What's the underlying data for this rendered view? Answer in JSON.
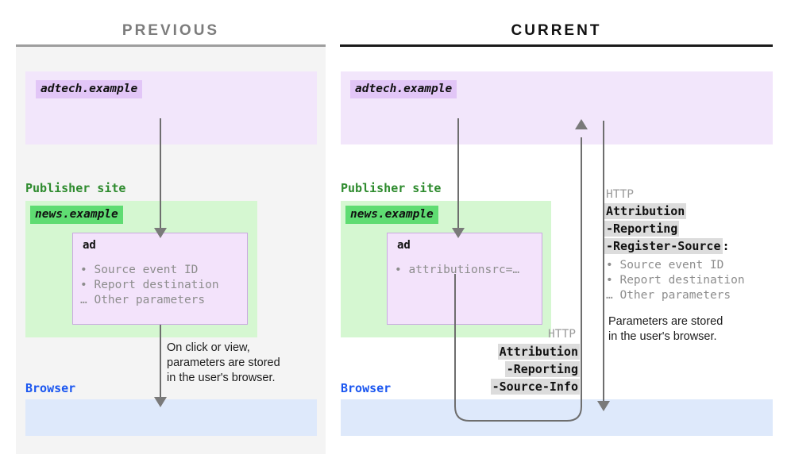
{
  "columns": {
    "previous": {
      "title": "PREVIOUS"
    },
    "current": {
      "title": "CURRENT"
    }
  },
  "previous_panel": {
    "adtech": {
      "chip": "adtech.example"
    },
    "publisher": {
      "label": "Publisher site",
      "chip": "news.example",
      "ad": {
        "title": "ad",
        "params": "• Source event ID\n• Report destination\n… Other parameters"
      }
    },
    "browser": {
      "label": "Browser"
    },
    "note": "On click or view,\nparameters are stored\nin the user's browser."
  },
  "current_panel": {
    "adtech": {
      "chip": "adtech.example"
    },
    "publisher": {
      "label": "Publisher site",
      "chip": "news.example",
      "ad": {
        "title": "ad",
        "params": "• attributionsrc=…"
      }
    },
    "browser": {
      "label": "Browser"
    },
    "request_header": {
      "protocol": "HTTP",
      "line1": "Attribution",
      "line2": "-Reporting",
      "line3": "-Source-Info"
    },
    "response_header": {
      "protocol": "HTTP",
      "line1": "Attribution",
      "line2": "-Reporting",
      "line3": "-Register-Source",
      "colon": ":",
      "params": "• Source event ID\n• Report destination\n… Other parameters"
    },
    "note": "Parameters are stored\nin the user's browser."
  },
  "colors": {
    "adtech_bg": "#f2e6fb",
    "adtech_chip": "#e2c6f7",
    "publisher_bg": "#d5f7d1",
    "publisher_chip": "#5fdc72",
    "publisher_label": "#2e8b2e",
    "browser_bg": "#dee9fb",
    "browser_label": "#1a56f0",
    "arrow": "#6e6e6e",
    "header_highlight": "#dcdcdc",
    "panel_prev_bg": "#f4f4f4",
    "title_prev": "#7c7c7c",
    "title_curr": "#111111"
  }
}
